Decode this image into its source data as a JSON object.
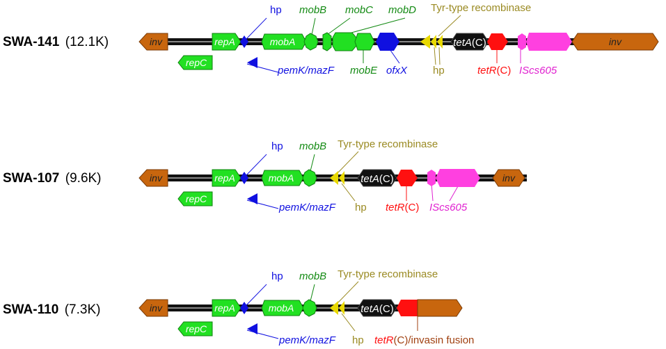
{
  "colors": {
    "backbone": "#111111",
    "backbone_highlight": "#888888",
    "inv": "#c8660e",
    "mob": "#22e022",
    "blue": "#1010e0",
    "yellow": "#e8d800",
    "black_gene": "#111111",
    "red": "#ff1010",
    "pink": "#ff40e0",
    "label_blue": "#1010e0",
    "label_green": "#138a13",
    "label_olive": "#9a8a22",
    "label_red": "#ff1010",
    "label_pink": "#e020d0",
    "label_brown": "#a04010"
  },
  "constructs": [
    {
      "name": "SWA-141",
      "size": "(12.1K)",
      "genes": {
        "inv_left": "inv",
        "repA": "repA",
        "mobA": "mobA",
        "tetA_italic": "tetA",
        "tetA_rest": "(C)",
        "inv_right": "inv",
        "repC": "repC"
      },
      "labels": {
        "hp_top": "hp",
        "mobB": "mobB",
        "mobC": "mobC",
        "mobD": "mobD",
        "recombinase": "Tyr-type recombinase",
        "pemK": "pemK/mazF",
        "mobE": "mobE",
        "ofxX": "ofxX",
        "hp_bottom": "hp",
        "tetR_italic": "tetR",
        "tetR_rest": "(C)",
        "iscs": "IScs605"
      }
    },
    {
      "name": "SWA-107",
      "size": "(9.6K)",
      "genes": {
        "inv_left": "inv",
        "repA": "repA",
        "mobA": "mobA",
        "tetA_italic": "tetA",
        "tetA_rest": "(C)",
        "inv_right": "inv",
        "repC": "repC"
      },
      "labels": {
        "hp_top": "hp",
        "mobB": "mobB",
        "recombinase": "Tyr-type recombinase",
        "pemK": "pemK/mazF",
        "hp_bottom": "hp",
        "tetR_italic": "tetR",
        "tetR_rest": "(C)",
        "iscs": "IScs605"
      }
    },
    {
      "name": "SWA-110",
      "size": "(7.3K)",
      "genes": {
        "inv_left": "inv",
        "repA": "repA",
        "mobA": "mobA",
        "tetA_italic": "tetA",
        "tetA_rest": "(C)",
        "repC": "repC"
      },
      "labels": {
        "hp_top": "hp",
        "mobB": "mobB",
        "recombinase": "Tyr-type recombinase",
        "pemK": "pemK/mazF",
        "hp_bottom": "hp",
        "tetR_italic": "tetR",
        "tetR_rest": "(C)/invasin fusion"
      }
    }
  ]
}
